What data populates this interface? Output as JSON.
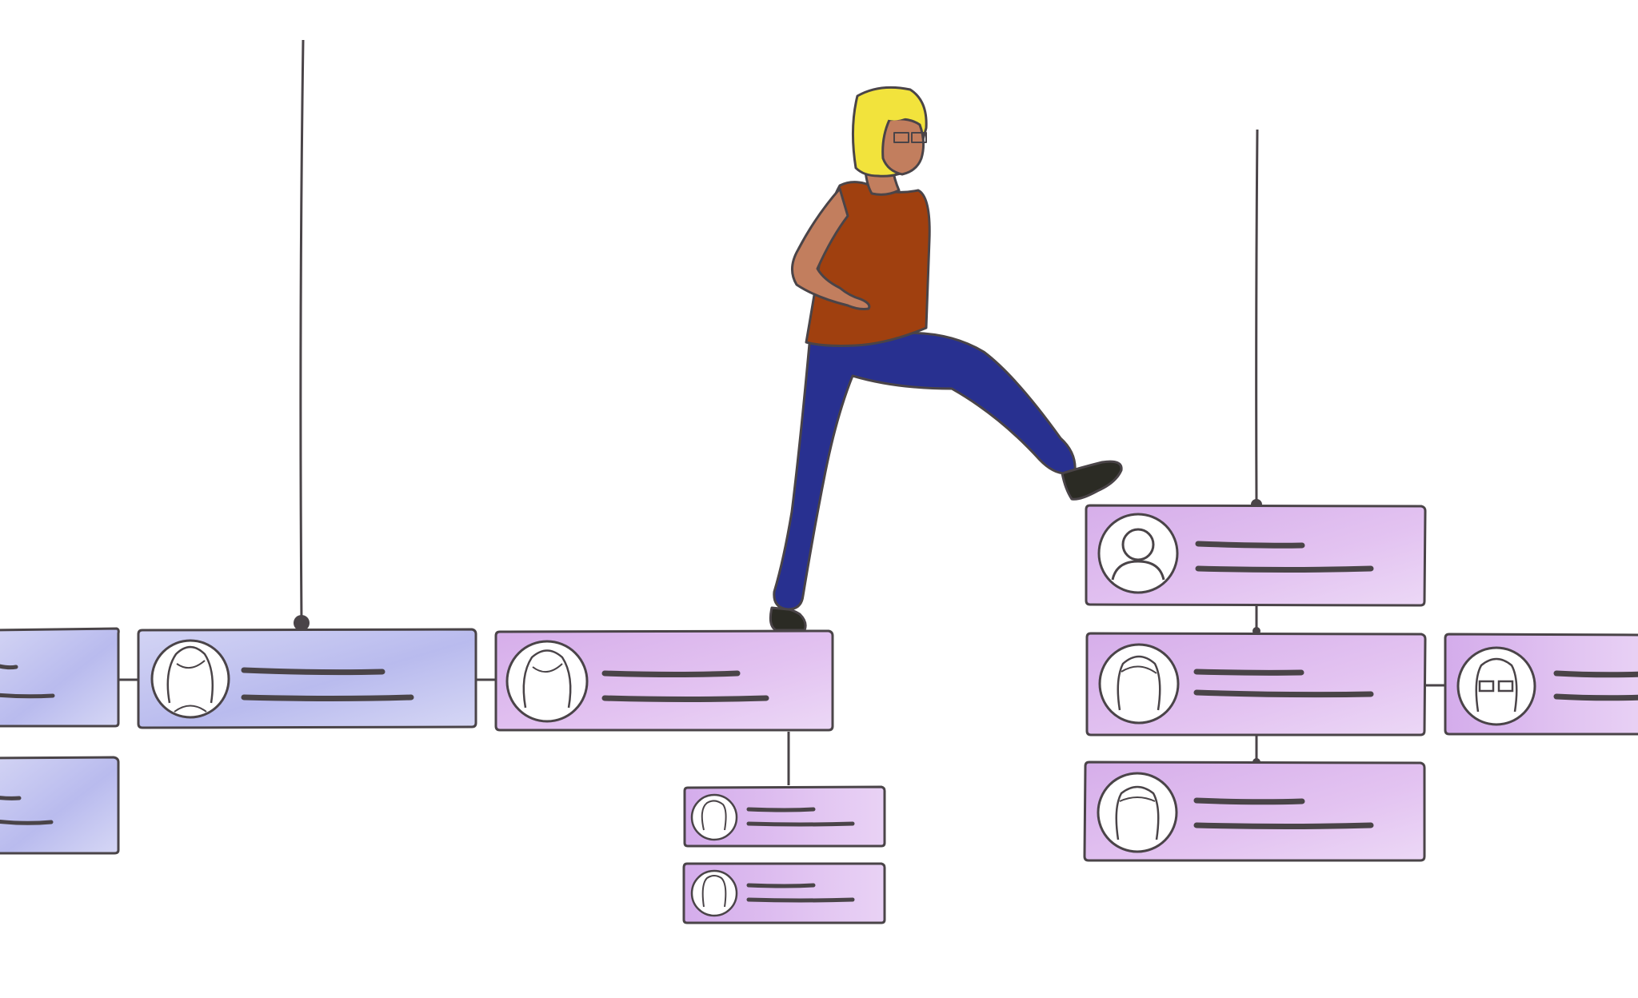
{
  "illustration": {
    "colors": {
      "background": "#ffffff",
      "outline": "#4a4448",
      "card_blue": "#c8c9f0",
      "card_blue_deep": "#a9abe8",
      "card_purple": "#d9b3ec",
      "card_purple_light": "#ecd6f5",
      "avatar_fill": "#ffffff",
      "hair": "#f2e33c",
      "skin": "#c27e5e",
      "shirt": "#a0400f",
      "pants": "#283090",
      "shoes": "#2b2b24"
    },
    "cards": [
      {
        "id": "left-edge-top",
        "tone": "blue",
        "avatar": "person-avatar-icon"
      },
      {
        "id": "left-edge-bottom",
        "tone": "blue",
        "avatar": "none"
      },
      {
        "id": "blue-hanging",
        "tone": "blue",
        "avatar": "woman-avatar-icon"
      },
      {
        "id": "purple-step",
        "tone": "purple",
        "avatar": "woman-avatar-icon"
      },
      {
        "id": "small-child-1",
        "tone": "purple",
        "avatar": "boy-avatar-icon"
      },
      {
        "id": "small-child-2",
        "tone": "purple",
        "avatar": "man-avatar-icon"
      },
      {
        "id": "right-top",
        "tone": "purple",
        "avatar": "generic-user-icon"
      },
      {
        "id": "right-middle",
        "tone": "purple",
        "avatar": "man-avatar-icon"
      },
      {
        "id": "right-bottom",
        "tone": "purple",
        "avatar": "man-avatar-icon"
      },
      {
        "id": "right-edge",
        "tone": "purple",
        "avatar": "glasses-man-avatar-icon"
      }
    ],
    "figure": {
      "description_icon": "walking-woman-figure"
    }
  }
}
